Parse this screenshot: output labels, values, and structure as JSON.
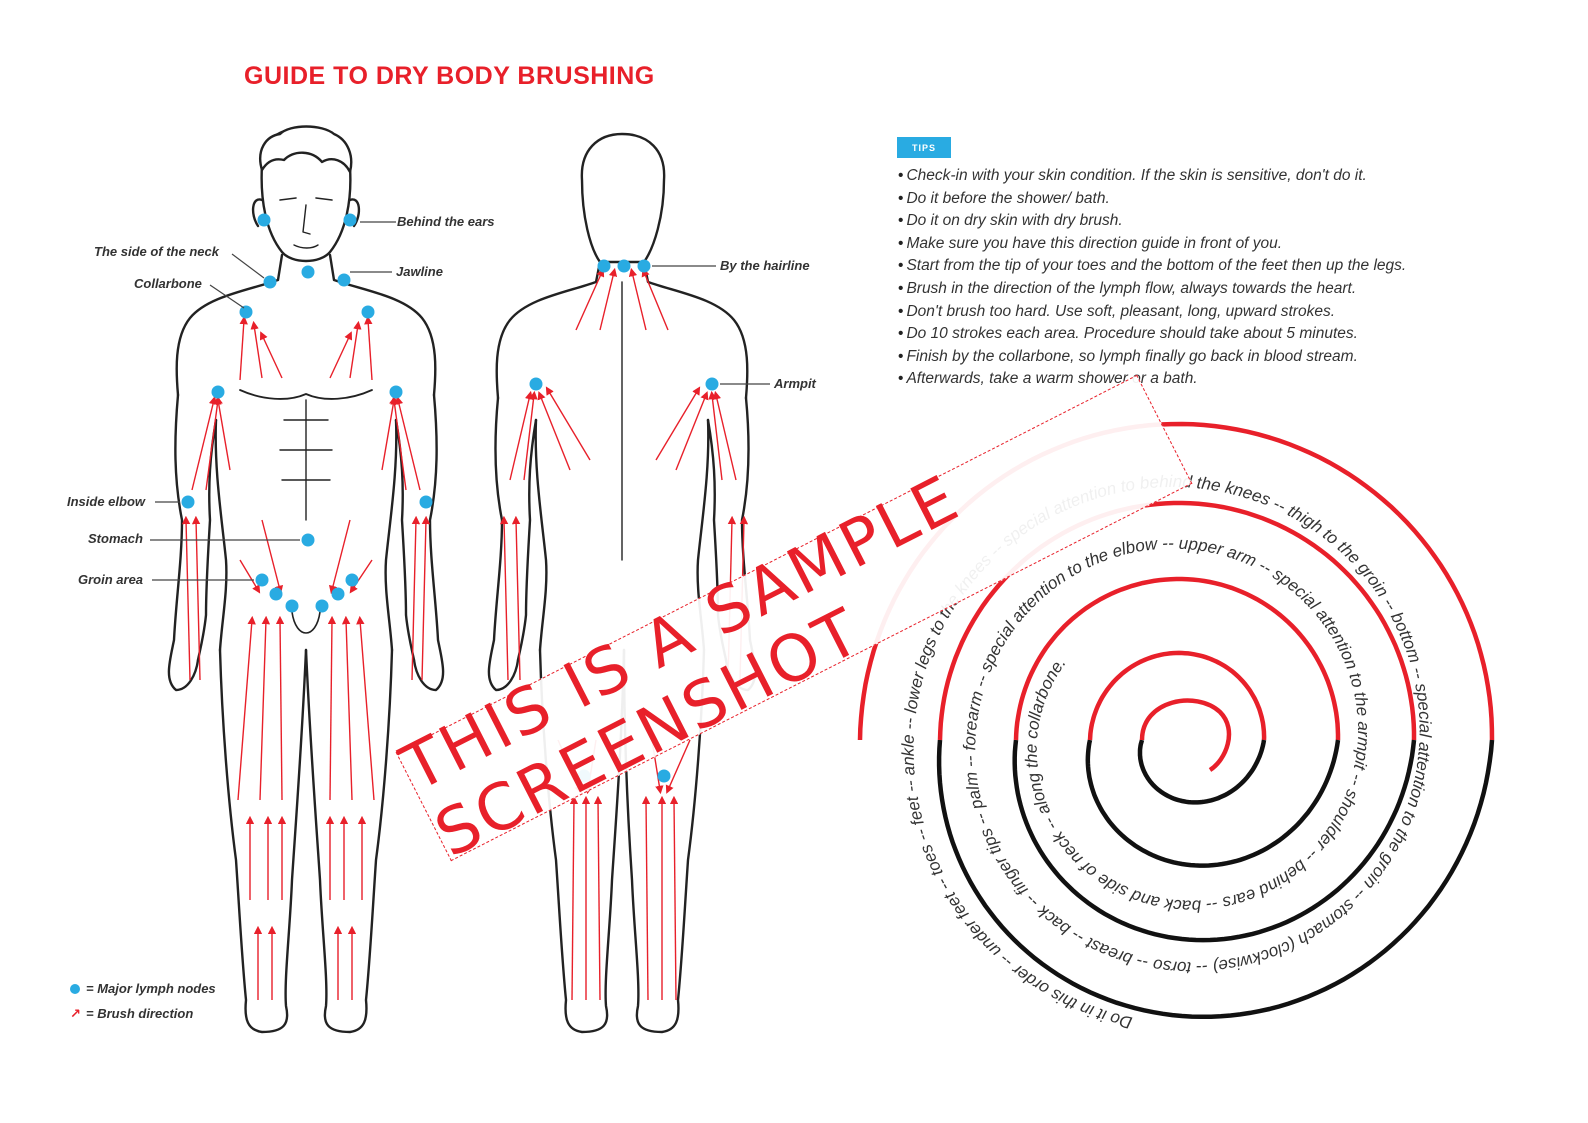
{
  "title": "GUIDE TO DRY BODY BRUSHING",
  "front_labels": {
    "behind_ears": "Behind the ears",
    "side_neck": "The side of the neck",
    "jawline": "Jawline",
    "collarbone": "Collarbone",
    "inside_elbow": "Inside elbow",
    "stomach": "Stomach",
    "groin": "Groin area"
  },
  "back_labels": {
    "hairline": "By the hairline",
    "armpit": "Armpit"
  },
  "legend": {
    "nodes": "= Major lymph nodes",
    "direction": "= Brush direction"
  },
  "tips": {
    "badge": "TIPS",
    "items": [
      "Check-in with your skin condition. If the skin is sensitive, don't do it.",
      "Do it before the shower/ bath.",
      "Do it on dry skin with dry brush.",
      "Make sure you have this direction guide in front of you.",
      "Start from the tip of your toes and the bottom of the feet then up the legs.",
      "Brush in the direction of the lymph flow, always towards the heart.",
      "Don't brush too hard. Use soft, pleasant, long, upward strokes.",
      "Do 10 strokes each area. Procedure should take about 5 minutes.",
      "Finish by the collarbone, so lymph finally go back in blood stream.",
      "Afterwards, take a warm shower or a bath."
    ]
  },
  "spiral": {
    "text": "Do it in this order -- under feet -- toes -- feet -- ankle -- lower legs to the knees -- special attention to behind the knees -- thigh to the groin -- bottom -- special attention to the groin -- stomach (clockwise) -- torso -- breast -- back -- finger tips -- palm -- forearm -- special attention to the elbow -- upper arm -- special attention to the armpit -- shoulder -- behind ears -- back and side of neck -- along the collarbone."
  },
  "watermark": "THIS IS A SAMPLE SCREENSHOT",
  "colors": {
    "accent": "#e8202a",
    "node": "#29abe2",
    "ink": "#222222"
  }
}
